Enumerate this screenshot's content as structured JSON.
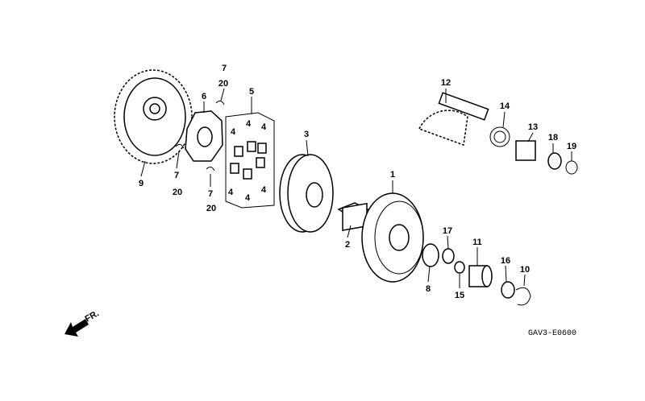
{
  "diagram": {
    "callouts": {
      "c1": "1",
      "c2": "2",
      "c3": "3",
      "c4a": "4",
      "c4b": "4",
      "c4c": "4",
      "c4d": "4",
      "c4e": "4",
      "c4f": "4",
      "c5": "5",
      "c6": "6",
      "c7a": "7",
      "c7b": "7",
      "c7c": "7",
      "c8": "8",
      "c9": "9",
      "c10": "10",
      "c11": "11",
      "c12": "12",
      "c13": "13",
      "c14": "14",
      "c15": "15",
      "c16": "16",
      "c17": "17",
      "c18": "18",
      "c19": "19",
      "c20a": "20",
      "c20b": "20",
      "c20c": "20"
    },
    "direction_label": "FR.",
    "diagram_code": "GAV3-E0600"
  }
}
